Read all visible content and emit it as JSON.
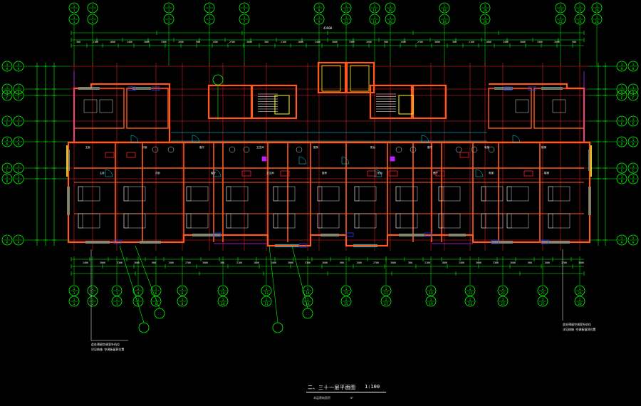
{
  "drawing": {
    "title": "二、三十一层平面图",
    "scale": "1:100",
    "subtitle_left": "本层建筑面积",
    "subtitle_right": "m²",
    "colors": {
      "background": "#000000",
      "axis": "#00ff00",
      "wall": "#ff5a1e",
      "grid": "#ff2020",
      "window": "#00e5ff",
      "furniture": "#d8d8d8",
      "dim": "#ffffff",
      "accent": "#ffff00",
      "purple": "#c020ff",
      "blue": "#2040ff"
    },
    "top_axes": [
      "1-1",
      "1-2",
      "1-3",
      "1-5",
      "1-7",
      "1-9",
      "1-12",
      "1-14",
      "1-16",
      "1-18",
      "1-20",
      "1-22",
      "1-24",
      "1-26"
    ],
    "bottom_axes": [
      "1-1",
      "1-2",
      "1-3",
      "1-4",
      "1-6",
      "1-8",
      "1-10",
      "1-13",
      "1-14",
      "1-15",
      "1-17",
      "1-19",
      "1-21",
      "1-23",
      "1-25",
      "1-26"
    ],
    "left_axes": [
      "1-H",
      "1-G",
      "1-F",
      "1-E",
      "1-D",
      "1-C",
      "1-B",
      "1-A"
    ],
    "right_axes": [
      "1-H",
      "1-G",
      "1-F",
      "1-E",
      "1-D",
      "1-C",
      "1-B",
      "1-A"
    ],
    "overall_dim": "43900",
    "notes": {
      "left": [
        "此处预留空调室外机位",
        "详见结施 空调板留洞位置"
      ],
      "right": [
        "此处预留空调室外机位",
        "详见结施 空调板留洞位置"
      ]
    }
  }
}
